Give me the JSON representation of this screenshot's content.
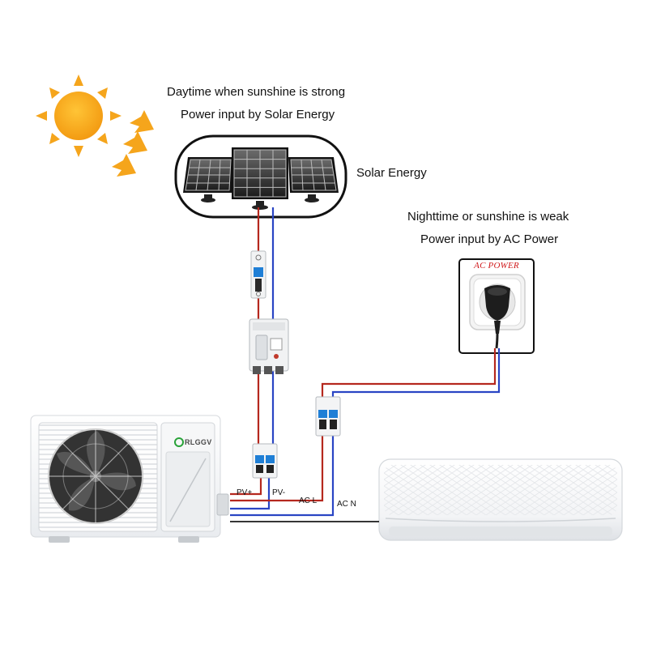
{
  "captions": {
    "day_line1": "Daytime when sunshine is strong",
    "day_line2": "Power input by Solar Energy",
    "solar_label": "Solar Energy",
    "night_line1": "Nighttime or sunshine is weak",
    "night_line2": "Power input by AC Power"
  },
  "socket": {
    "title": "AC POWER"
  },
  "brand": {
    "name": "RLGGV"
  },
  "wire_labels": {
    "pv_plus": "PV+",
    "pv_minus": "PV-",
    "ac_l": "AC L",
    "ac_n": "AC N"
  },
  "icons": [
    "sun-icon",
    "solar-panel-icon",
    "circuit-breaker-icon",
    "combiner-box-icon",
    "wall-socket-icon",
    "plug-icon",
    "outdoor-unit-icon",
    "indoor-unit-icon"
  ],
  "colors": {
    "sun": "#f5a51c",
    "positive_wire": "#b5281e",
    "negative_wire": "#2a45c4",
    "neutral_wire": "#1a1a1a",
    "breaker_blue": "#1f7fd6",
    "ac_power_title": "#d0191b"
  }
}
